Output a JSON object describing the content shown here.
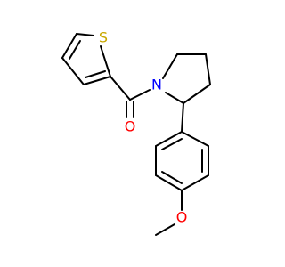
{
  "molecule": {
    "atoms": {
      "sulfur": {
        "symbol": "S",
        "color": "#c8a800"
      },
      "nitrogen": {
        "symbol": "N",
        "color": "#0000ff"
      },
      "carbonyl_oxygen": {
        "symbol": "O",
        "color": "#ff0000"
      },
      "ether_oxygen": {
        "symbol": "O",
        "color": "#ff0000"
      }
    },
    "bond_color": "#000000"
  }
}
